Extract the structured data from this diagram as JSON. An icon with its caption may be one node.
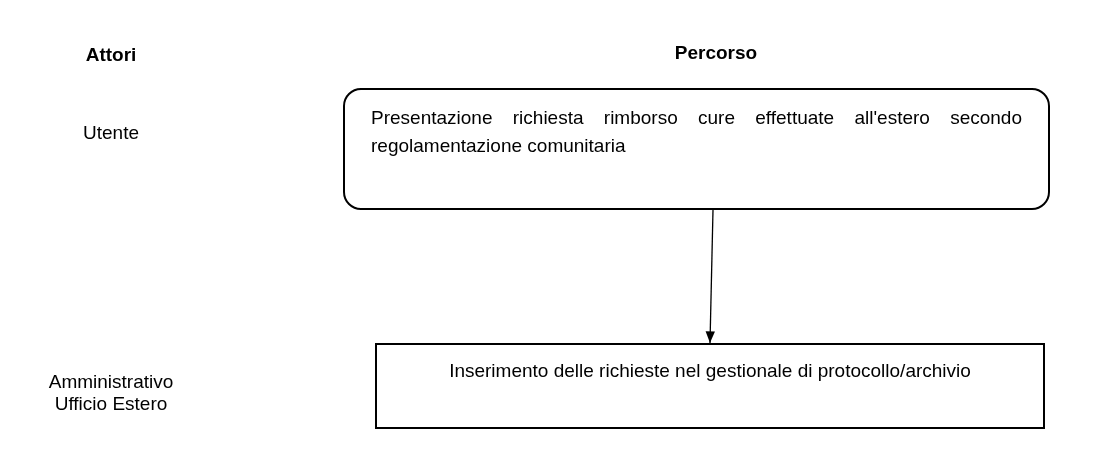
{
  "diagram": {
    "nodes": [
      {
        "text": [
          "Presentazione richiesta rimborso cure effettuate all'estero secondo regolamentazione comunitaria"
        ]
      },
      {
        "text": [
          "Inserimento delle richieste nel gestionale di protocollo/archivio"
        ]
      }
    ],
    "edges": [
      {
        "from": 0,
        "to": 1,
        "arrow": "to"
      }
    ],
    "labels": [
      "Attori",
      "Percorso",
      "Utente",
      "Amministrativo Ufficio Estero"
    ]
  }
}
